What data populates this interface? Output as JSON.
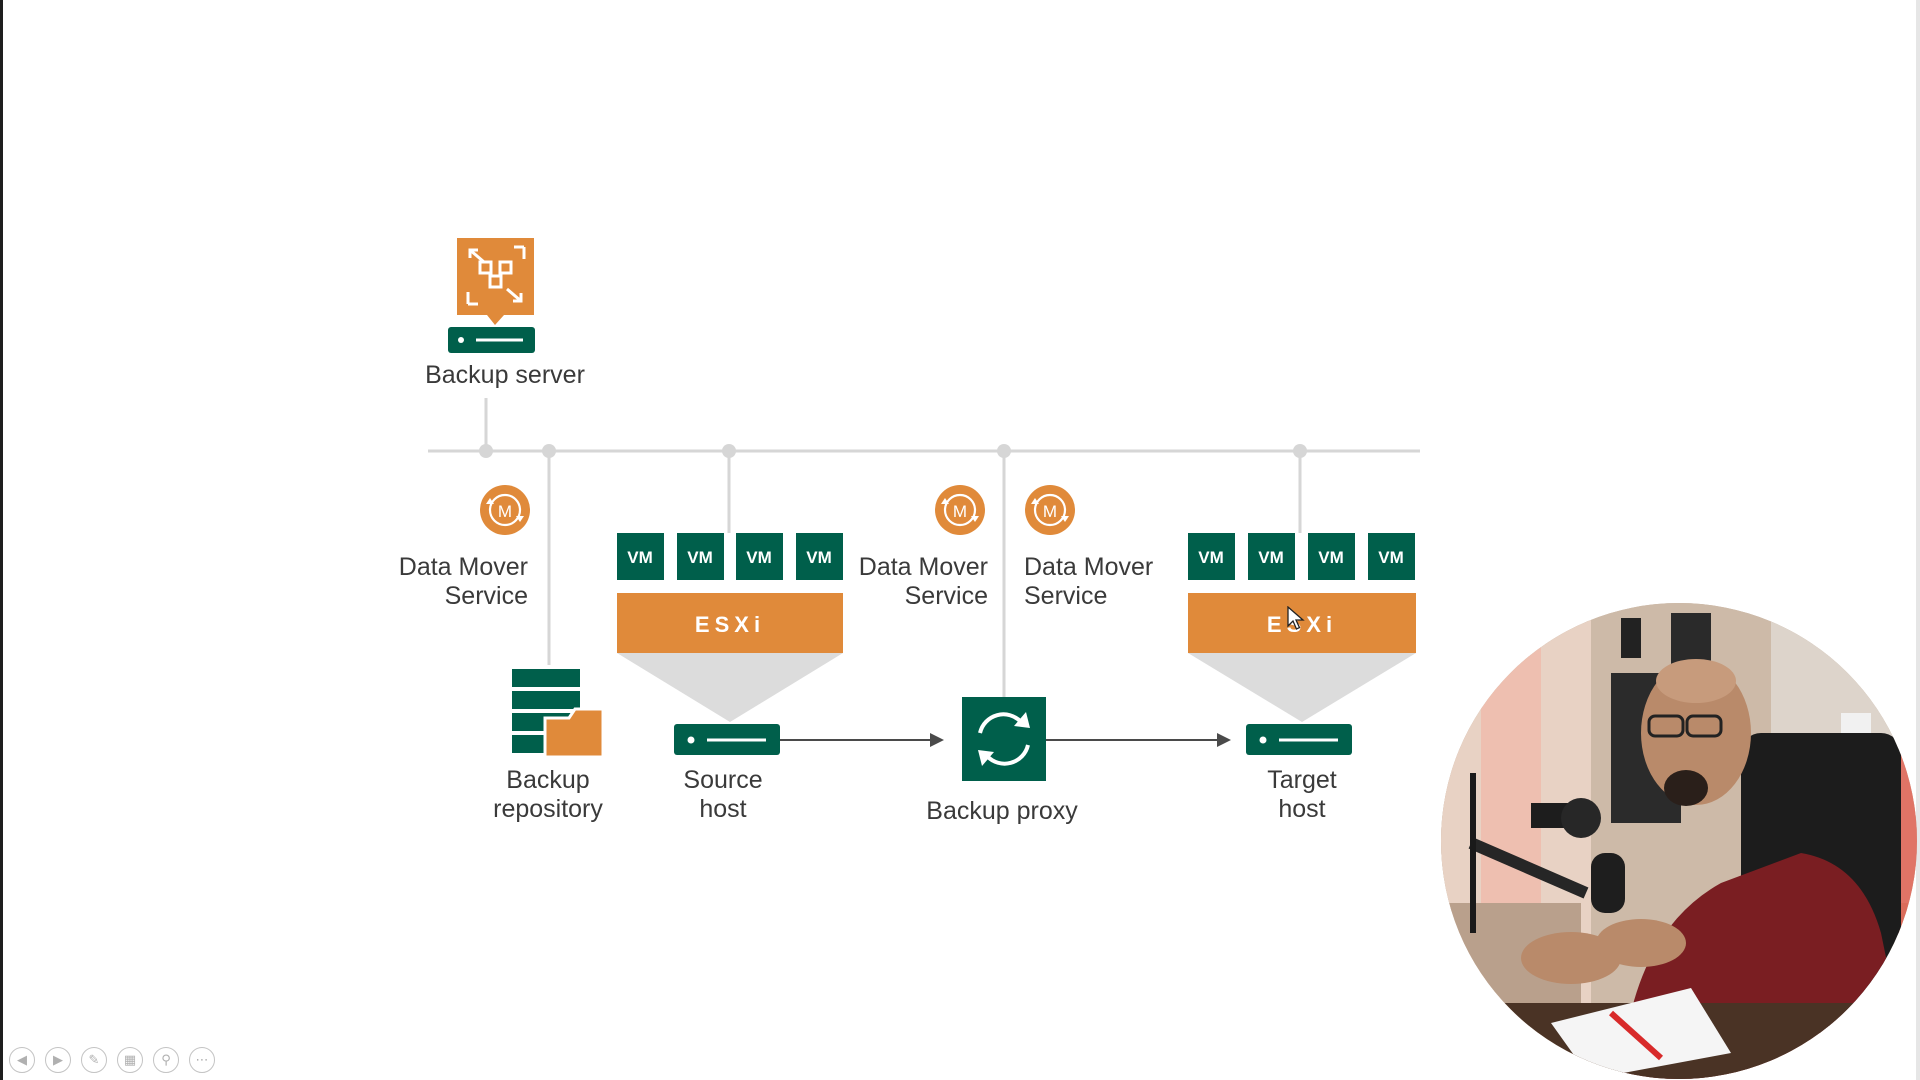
{
  "diagram": {
    "backup_server": "Backup server",
    "dms_1": [
      "Data Mover",
      "Service"
    ],
    "dms_2": [
      "Data Mover",
      "Service"
    ],
    "dms_3": [
      "Data Mover",
      "Service"
    ],
    "backup_repository": [
      "Backup",
      "repository"
    ],
    "source_host": [
      "Source",
      "host"
    ],
    "backup_proxy": "Backup proxy",
    "target_host": [
      "Target",
      "host"
    ],
    "vm_label": "VM",
    "esxi_label": "ESXi",
    "dms_icon_letter": "M"
  },
  "colors": {
    "orange": "#e08a3a",
    "green": "#005f4b",
    "gray_line": "#d6d6d6",
    "arrow": "#4a4a4a",
    "funnel": "#dcdcdc"
  },
  "toolbar": {
    "icons": [
      "previous-slide-icon",
      "next-slide-icon",
      "pen-icon",
      "slide-sorter-icon",
      "zoom-icon",
      "more-options-icon"
    ]
  }
}
